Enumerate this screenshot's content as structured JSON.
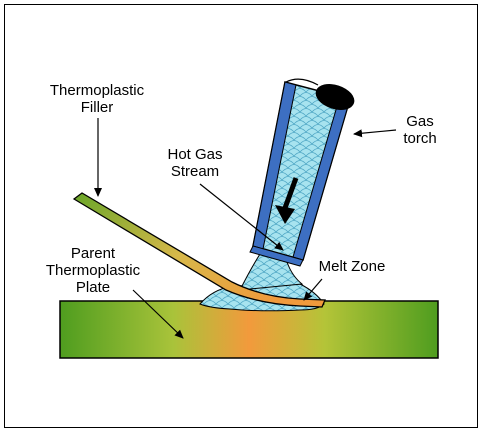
{
  "labels": {
    "filler": [
      "Thermoplastic",
      "Filler"
    ],
    "hot_gas": [
      "Hot Gas",
      "Stream"
    ],
    "gas_torch": [
      "Gas",
      "torch"
    ],
    "melt_zone": "Melt Zone",
    "parent_plate": [
      "Parent",
      "Thermoplastic",
      "Plate"
    ]
  },
  "colors": {
    "plate_green": "#4f9d1f",
    "plate_orange": "#f29a3c",
    "torch_blue": "#3d6fc2",
    "gas_fill": "#a7e3ef",
    "outline": "#000000"
  }
}
